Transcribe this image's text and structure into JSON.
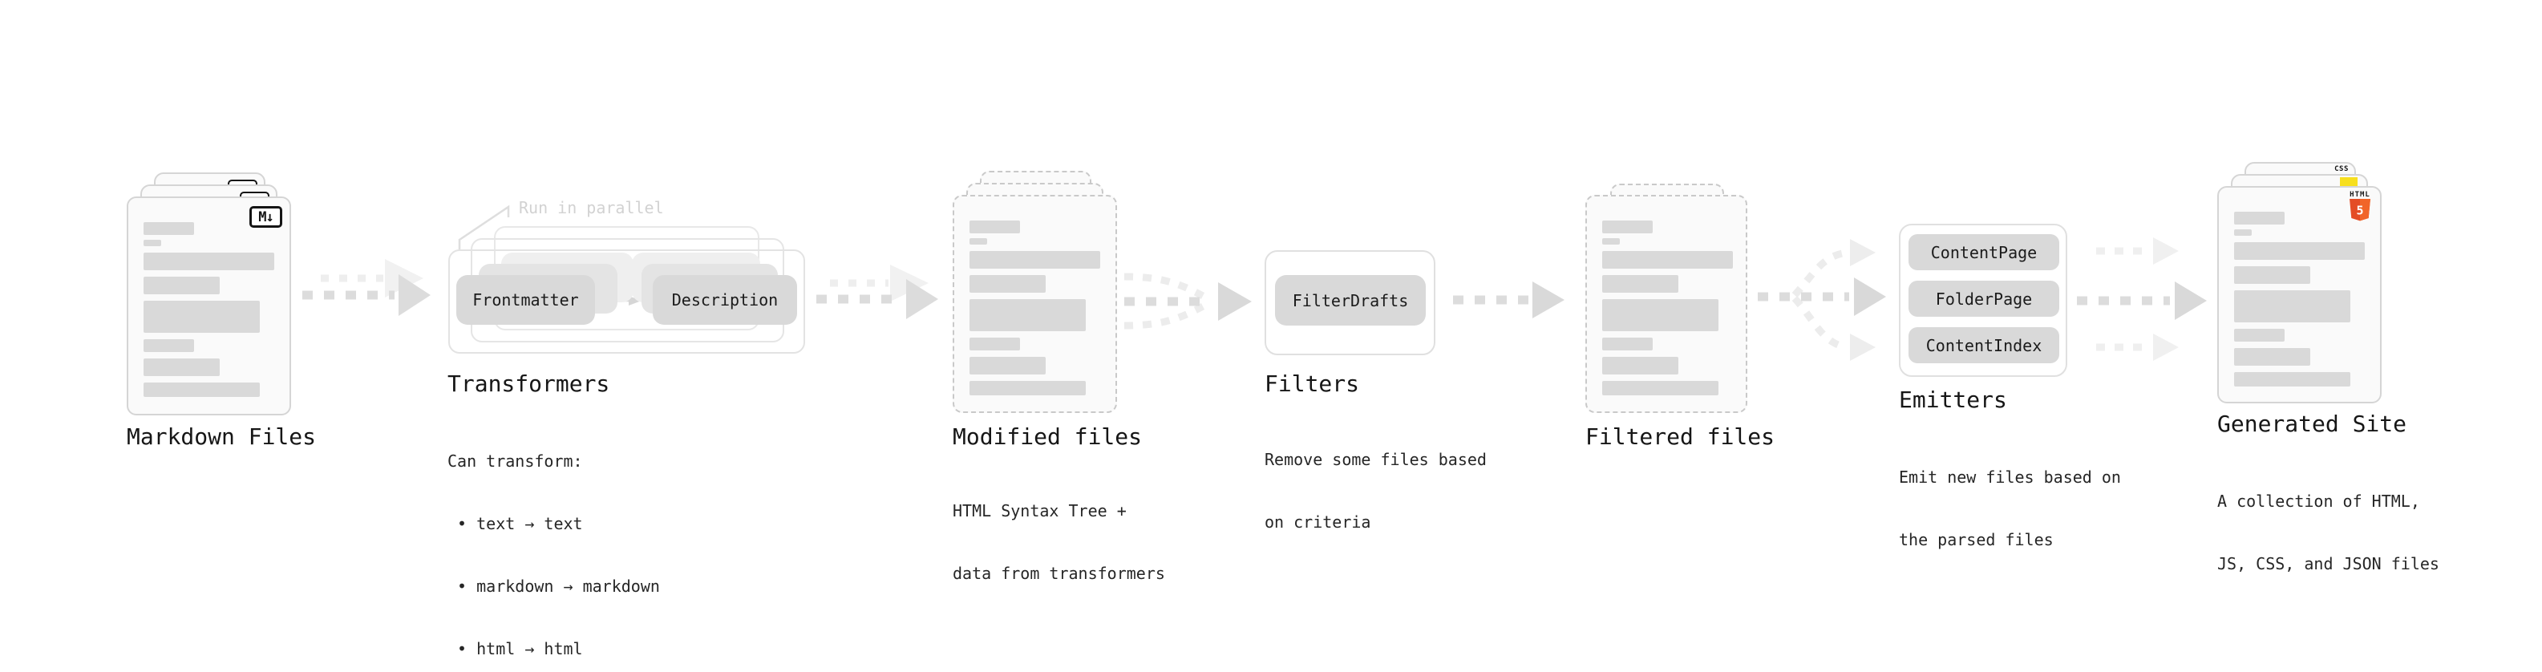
{
  "stages": {
    "markdown": {
      "title": "Markdown Files",
      "badge": "M↓"
    },
    "transformers": {
      "title": "Transformers",
      "note": "Run in parallel",
      "pills": {
        "a": "Frontmatter",
        "b": "Description"
      },
      "sub": {
        "l1": "Can transform:",
        "l2": " • text → text",
        "l3": " • markdown → markdown",
        "l4": " • html → html"
      }
    },
    "modified": {
      "title": "Modified files",
      "sub": {
        "l1": "HTML Syntax Tree +",
        "l2": "data from transformers"
      }
    },
    "filters": {
      "title": "Filters",
      "pill": "FilterDrafts",
      "sub": {
        "l1": "Remove some files based",
        "l2": "on criteria"
      }
    },
    "filtered": {
      "title": "Filtered files"
    },
    "emitters": {
      "title": "Emitters",
      "pills": {
        "a": "ContentPage",
        "b": "FolderPage",
        "c": "ContentIndex"
      },
      "sub": {
        "l1": "Emit new files based on",
        "l2": "the parsed files"
      }
    },
    "generated": {
      "title": "Generated Site",
      "badges": {
        "css": "CSS",
        "html_label": "HTML",
        "html_number": "5"
      },
      "sub": {
        "l1": "A collection of HTML,",
        "l2": "JS, CSS, and JSON files"
      }
    }
  },
  "colors": {
    "html5_orange": "#e44d26",
    "html5_orange_light": "#f16529",
    "js_yellow": "#f7df1e",
    "css_blue": "#2b6ce6",
    "pill_gray": "#d9d9d9",
    "arrow_gray": "#dcdcdc"
  }
}
